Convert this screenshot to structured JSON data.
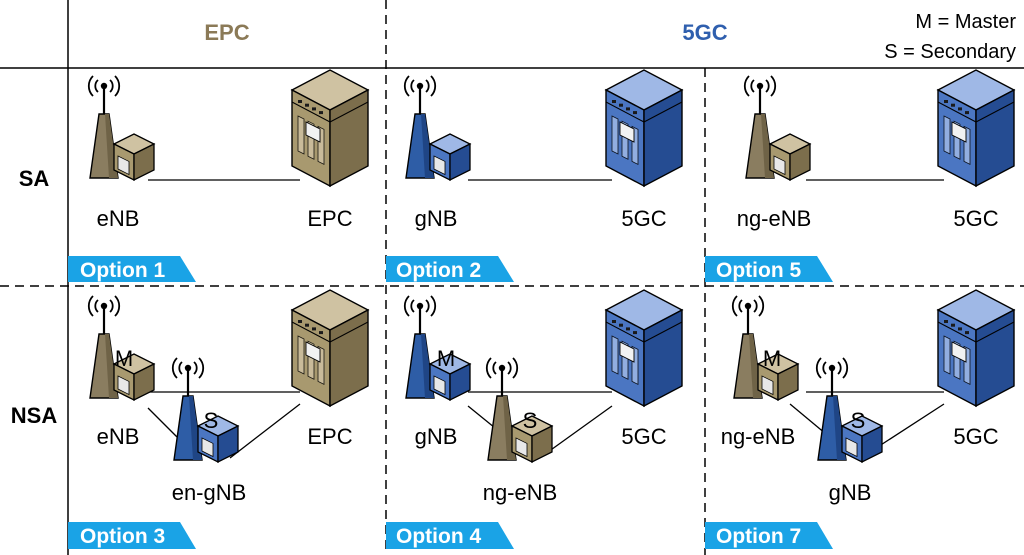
{
  "header": {
    "epc_title": "EPC",
    "fivegc_title": "5GC",
    "legend_master": "M = Master",
    "legend_secondary": "S = Secondary"
  },
  "rows": {
    "sa": "SA",
    "nsa": "NSA"
  },
  "colors": {
    "epc_title": "#8b7a57",
    "fivegc_title": "#2f5fae",
    "option_tab": "#1aa3e6",
    "lte_body": "#8a7d60",
    "nr_body": "#2e5da6"
  },
  "cells": {
    "opt1": {
      "ran": "eNB",
      "core": "EPC",
      "option": "Option 1"
    },
    "opt2": {
      "ran": "gNB",
      "core": "5GC",
      "option": "Option 2"
    },
    "opt5": {
      "ran": "ng-eNB",
      "core": "5GC",
      "option": "Option 5"
    },
    "opt3": {
      "master": "eNB",
      "secondary": "en-gNB",
      "core": "EPC",
      "m": "M",
      "s": "S",
      "option": "Option 3"
    },
    "opt4": {
      "master": "gNB",
      "secondary": "ng-eNB",
      "core": "5GC",
      "m": "M",
      "s": "S",
      "option": "Option 4"
    },
    "opt7": {
      "master": "ng-eNB",
      "secondary": "gNB",
      "core": "5GC",
      "m": "M",
      "s": "S",
      "option": "Option 7"
    }
  }
}
